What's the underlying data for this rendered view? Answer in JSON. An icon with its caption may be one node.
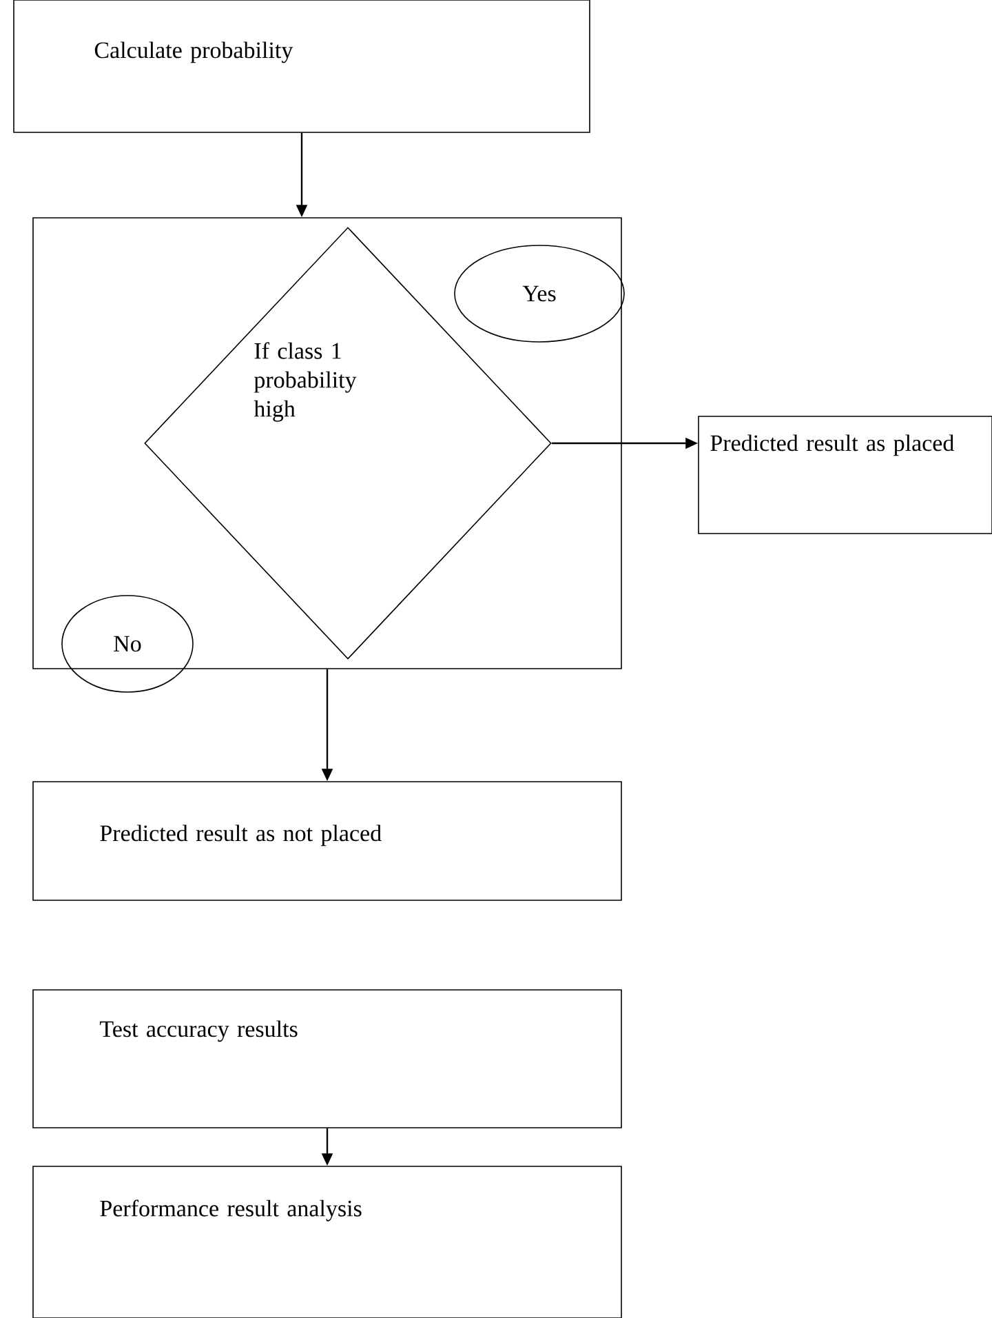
{
  "diagram": {
    "nodes": [
      {
        "text": [
          "Calculate probability"
        ]
      },
      {
        "text": [],
        "shape": "box"
      },
      {
        "text": [
          "If class 1 probability high"
        ],
        "in": 1
      },
      {
        "text": [
          "Yes"
        ],
        "in": 1
      },
      {
        "text": [
          "No"
        ],
        "in": 1
      },
      {
        "text": [
          "Predicted result as placed"
        ]
      },
      {
        "text": [
          "Predicted result as not placed"
        ]
      },
      {
        "text": [
          "Test accuracy results"
        ]
      },
      {
        "text": [
          "Performance result analysis"
        ]
      }
    ],
    "edges": [
      {
        "from": 0,
        "to": 1,
        "arrow": "to"
      },
      {
        "from": 2,
        "to": 5,
        "arrow": "to"
      },
      {
        "from": 1,
        "to": 6,
        "arrow": "to"
      },
      {
        "from": 7,
        "to": 8,
        "arrow": "to"
      }
    ]
  }
}
